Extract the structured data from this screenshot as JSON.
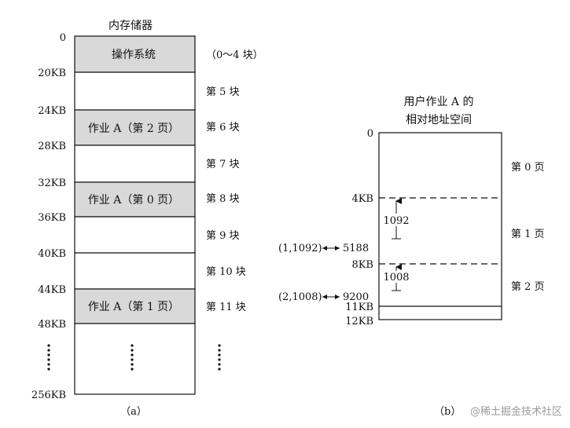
{
  "panel_a": {
    "title": "内存储器",
    "address_labels": [
      "0",
      "20KB",
      "24KB",
      "28KB",
      "32KB",
      "36KB",
      "40KB",
      "44KB",
      "48KB",
      "256KB"
    ],
    "blocks": [
      {
        "text": "操作系统",
        "shaded": true
      },
      {
        "text": "",
        "shaded": false
      },
      {
        "text": "作业 A（第 2 页）",
        "shaded": true
      },
      {
        "text": "",
        "shaded": false
      },
      {
        "text": "作业 A（第 0 页）",
        "shaded": true
      },
      {
        "text": "",
        "shaded": false
      },
      {
        "text": "",
        "shaded": false
      },
      {
        "text": "作业 A（第 1 页）",
        "shaded": true
      }
    ],
    "block_labels": [
      "（0～4 块）",
      "第 5 块",
      "第 6 块",
      "第 7 块",
      "第 8 块",
      "第 9 块",
      "第 10 块",
      "第 11 块"
    ],
    "caption": "（a）"
  },
  "panel_b": {
    "title_line1": "用户作业 A 的",
    "title_line2": "相对地址空间",
    "address_labels": [
      "0",
      "4KB",
      "8KB",
      "11KB",
      "12KB"
    ],
    "page_labels": [
      "第 0 页",
      "第 1 页",
      "第 2 页"
    ],
    "offset_labels": [
      "1092",
      "1008"
    ],
    "logical_addresses": [
      "(1,1092)",
      "(2,1008)"
    ],
    "physical_addresses": [
      "5188",
      "9200"
    ],
    "caption": "（b）"
  },
  "watermark": "@稀土掘金技术社区",
  "colors": {
    "shade": "#d9d9d9",
    "line": "#111111",
    "watermark": "#9a9a9a"
  }
}
